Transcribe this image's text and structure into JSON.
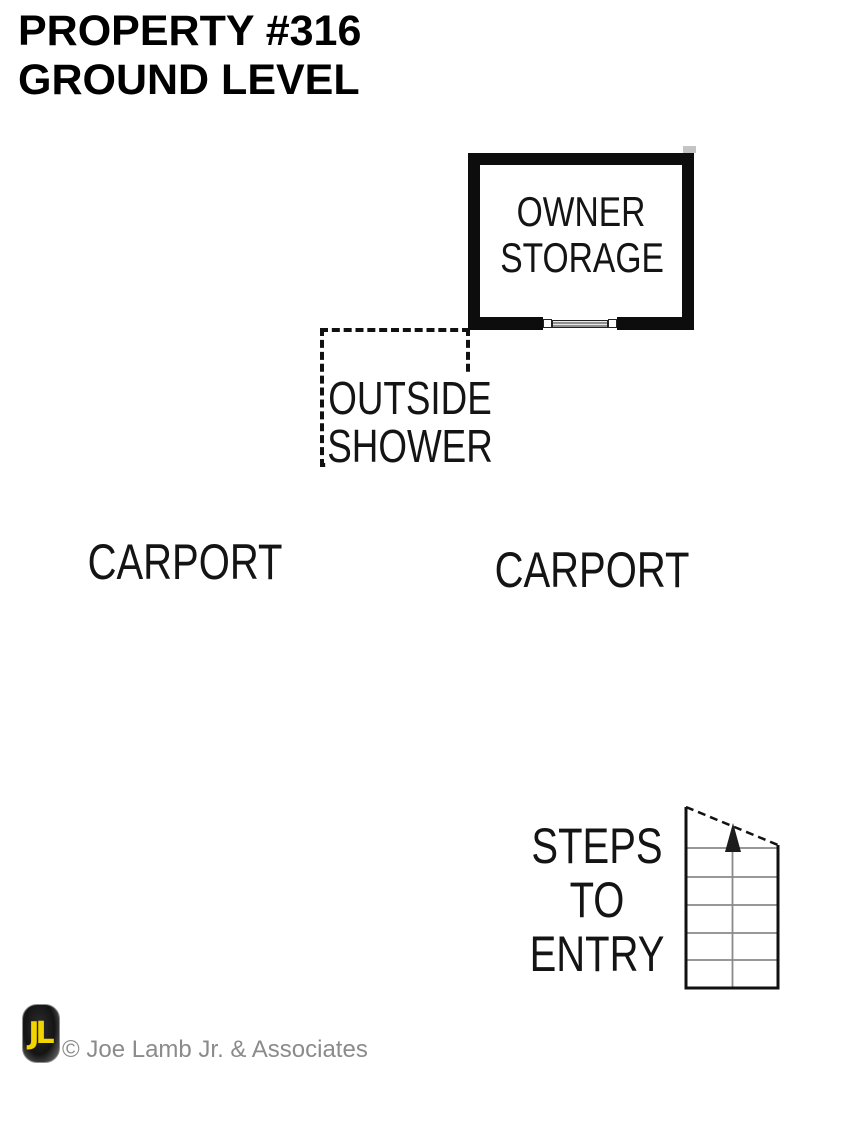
{
  "title": {
    "line1": "PROPERTY #316",
    "line2": "GROUND LEVEL"
  },
  "rooms": {
    "owner_storage": {
      "line1": "OWNER",
      "line2": "STORAGE"
    },
    "outside_shower": {
      "line1": "OUTSIDE",
      "line2": "SHOWER"
    },
    "carport_left": {
      "label": "CARPORT"
    },
    "carport_right": {
      "label": "CARPORT"
    }
  },
  "steps": {
    "line1": "STEPS",
    "line2": "TO",
    "line3": "ENTRY",
    "direction": "up",
    "num_treads": 6
  },
  "footer": {
    "logo_monogram": "JL",
    "credit": "© Joe Lamb Jr. & Associates"
  },
  "colors": {
    "ink": "#111111",
    "step_line_gray": "#8a8a8a",
    "credit_gray": "#8b8b8b",
    "logo_yellow": "#f2d400",
    "logo_badge_dark": "#161616",
    "background": "#ffffff"
  }
}
